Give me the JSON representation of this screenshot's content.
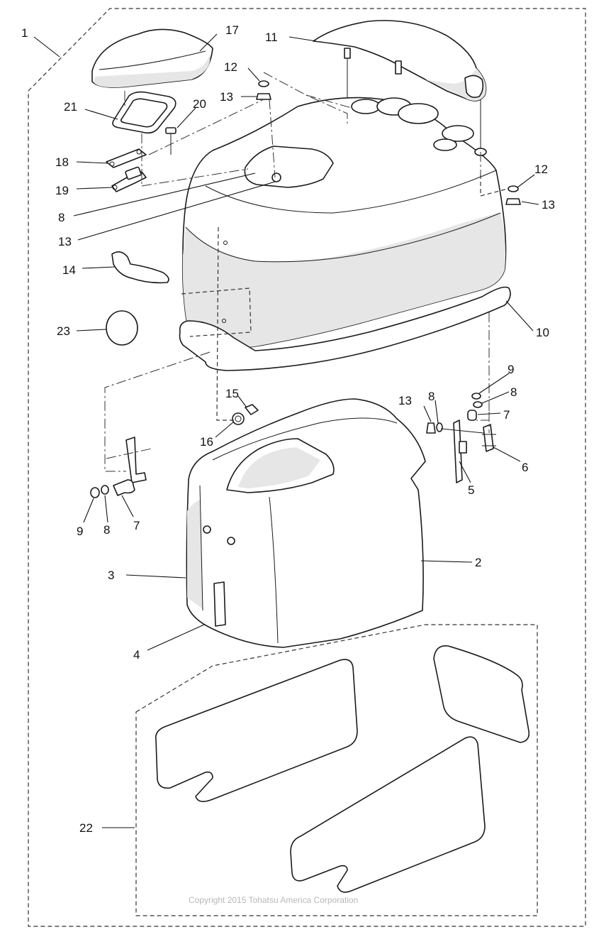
{
  "callouts": [
    {
      "id": "c1",
      "text": "1"
    },
    {
      "id": "c2",
      "text": "2"
    },
    {
      "id": "c3",
      "text": "3"
    },
    {
      "id": "c4",
      "text": "4"
    },
    {
      "id": "c5",
      "text": "5"
    },
    {
      "id": "c6",
      "text": "6"
    },
    {
      "id": "c7a",
      "text": "7"
    },
    {
      "id": "c7b",
      "text": "7"
    },
    {
      "id": "c8a",
      "text": "8"
    },
    {
      "id": "c8b",
      "text": "8"
    },
    {
      "id": "c8c",
      "text": "8"
    },
    {
      "id": "c8d",
      "text": "8"
    },
    {
      "id": "c9a",
      "text": "9"
    },
    {
      "id": "c9b",
      "text": "9"
    },
    {
      "id": "c10",
      "text": "10"
    },
    {
      "id": "c11",
      "text": "11"
    },
    {
      "id": "c12a",
      "text": "12"
    },
    {
      "id": "c12b",
      "text": "12"
    },
    {
      "id": "c13a",
      "text": "13"
    },
    {
      "id": "c13b",
      "text": "13"
    },
    {
      "id": "c13c",
      "text": "13"
    },
    {
      "id": "c13d",
      "text": "13"
    },
    {
      "id": "c14",
      "text": "14"
    },
    {
      "id": "c15",
      "text": "15"
    },
    {
      "id": "c16",
      "text": "16"
    },
    {
      "id": "c17",
      "text": "17"
    },
    {
      "id": "c18",
      "text": "18"
    },
    {
      "id": "c19",
      "text": "19"
    },
    {
      "id": "c20",
      "text": "20"
    },
    {
      "id": "c21",
      "text": "21"
    },
    {
      "id": "c22",
      "text": "22"
    },
    {
      "id": "c23",
      "text": "23"
    }
  ],
  "copyright": "Copyright 2015 Tohatsu America Corporation"
}
